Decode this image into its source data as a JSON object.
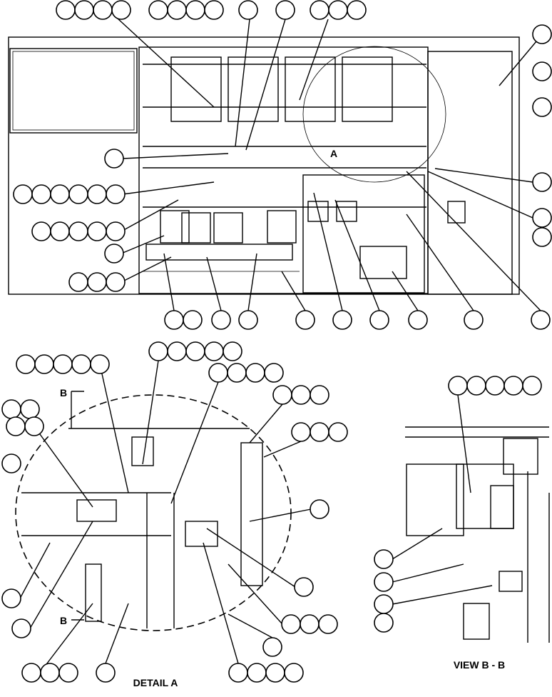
{
  "labels": {
    "view_marker_a": "A",
    "section_marker_b_top": "B",
    "section_marker_b_bottom": "B",
    "detail_caption": "DETAIL A",
    "view_caption": "VIEW B - B"
  }
}
